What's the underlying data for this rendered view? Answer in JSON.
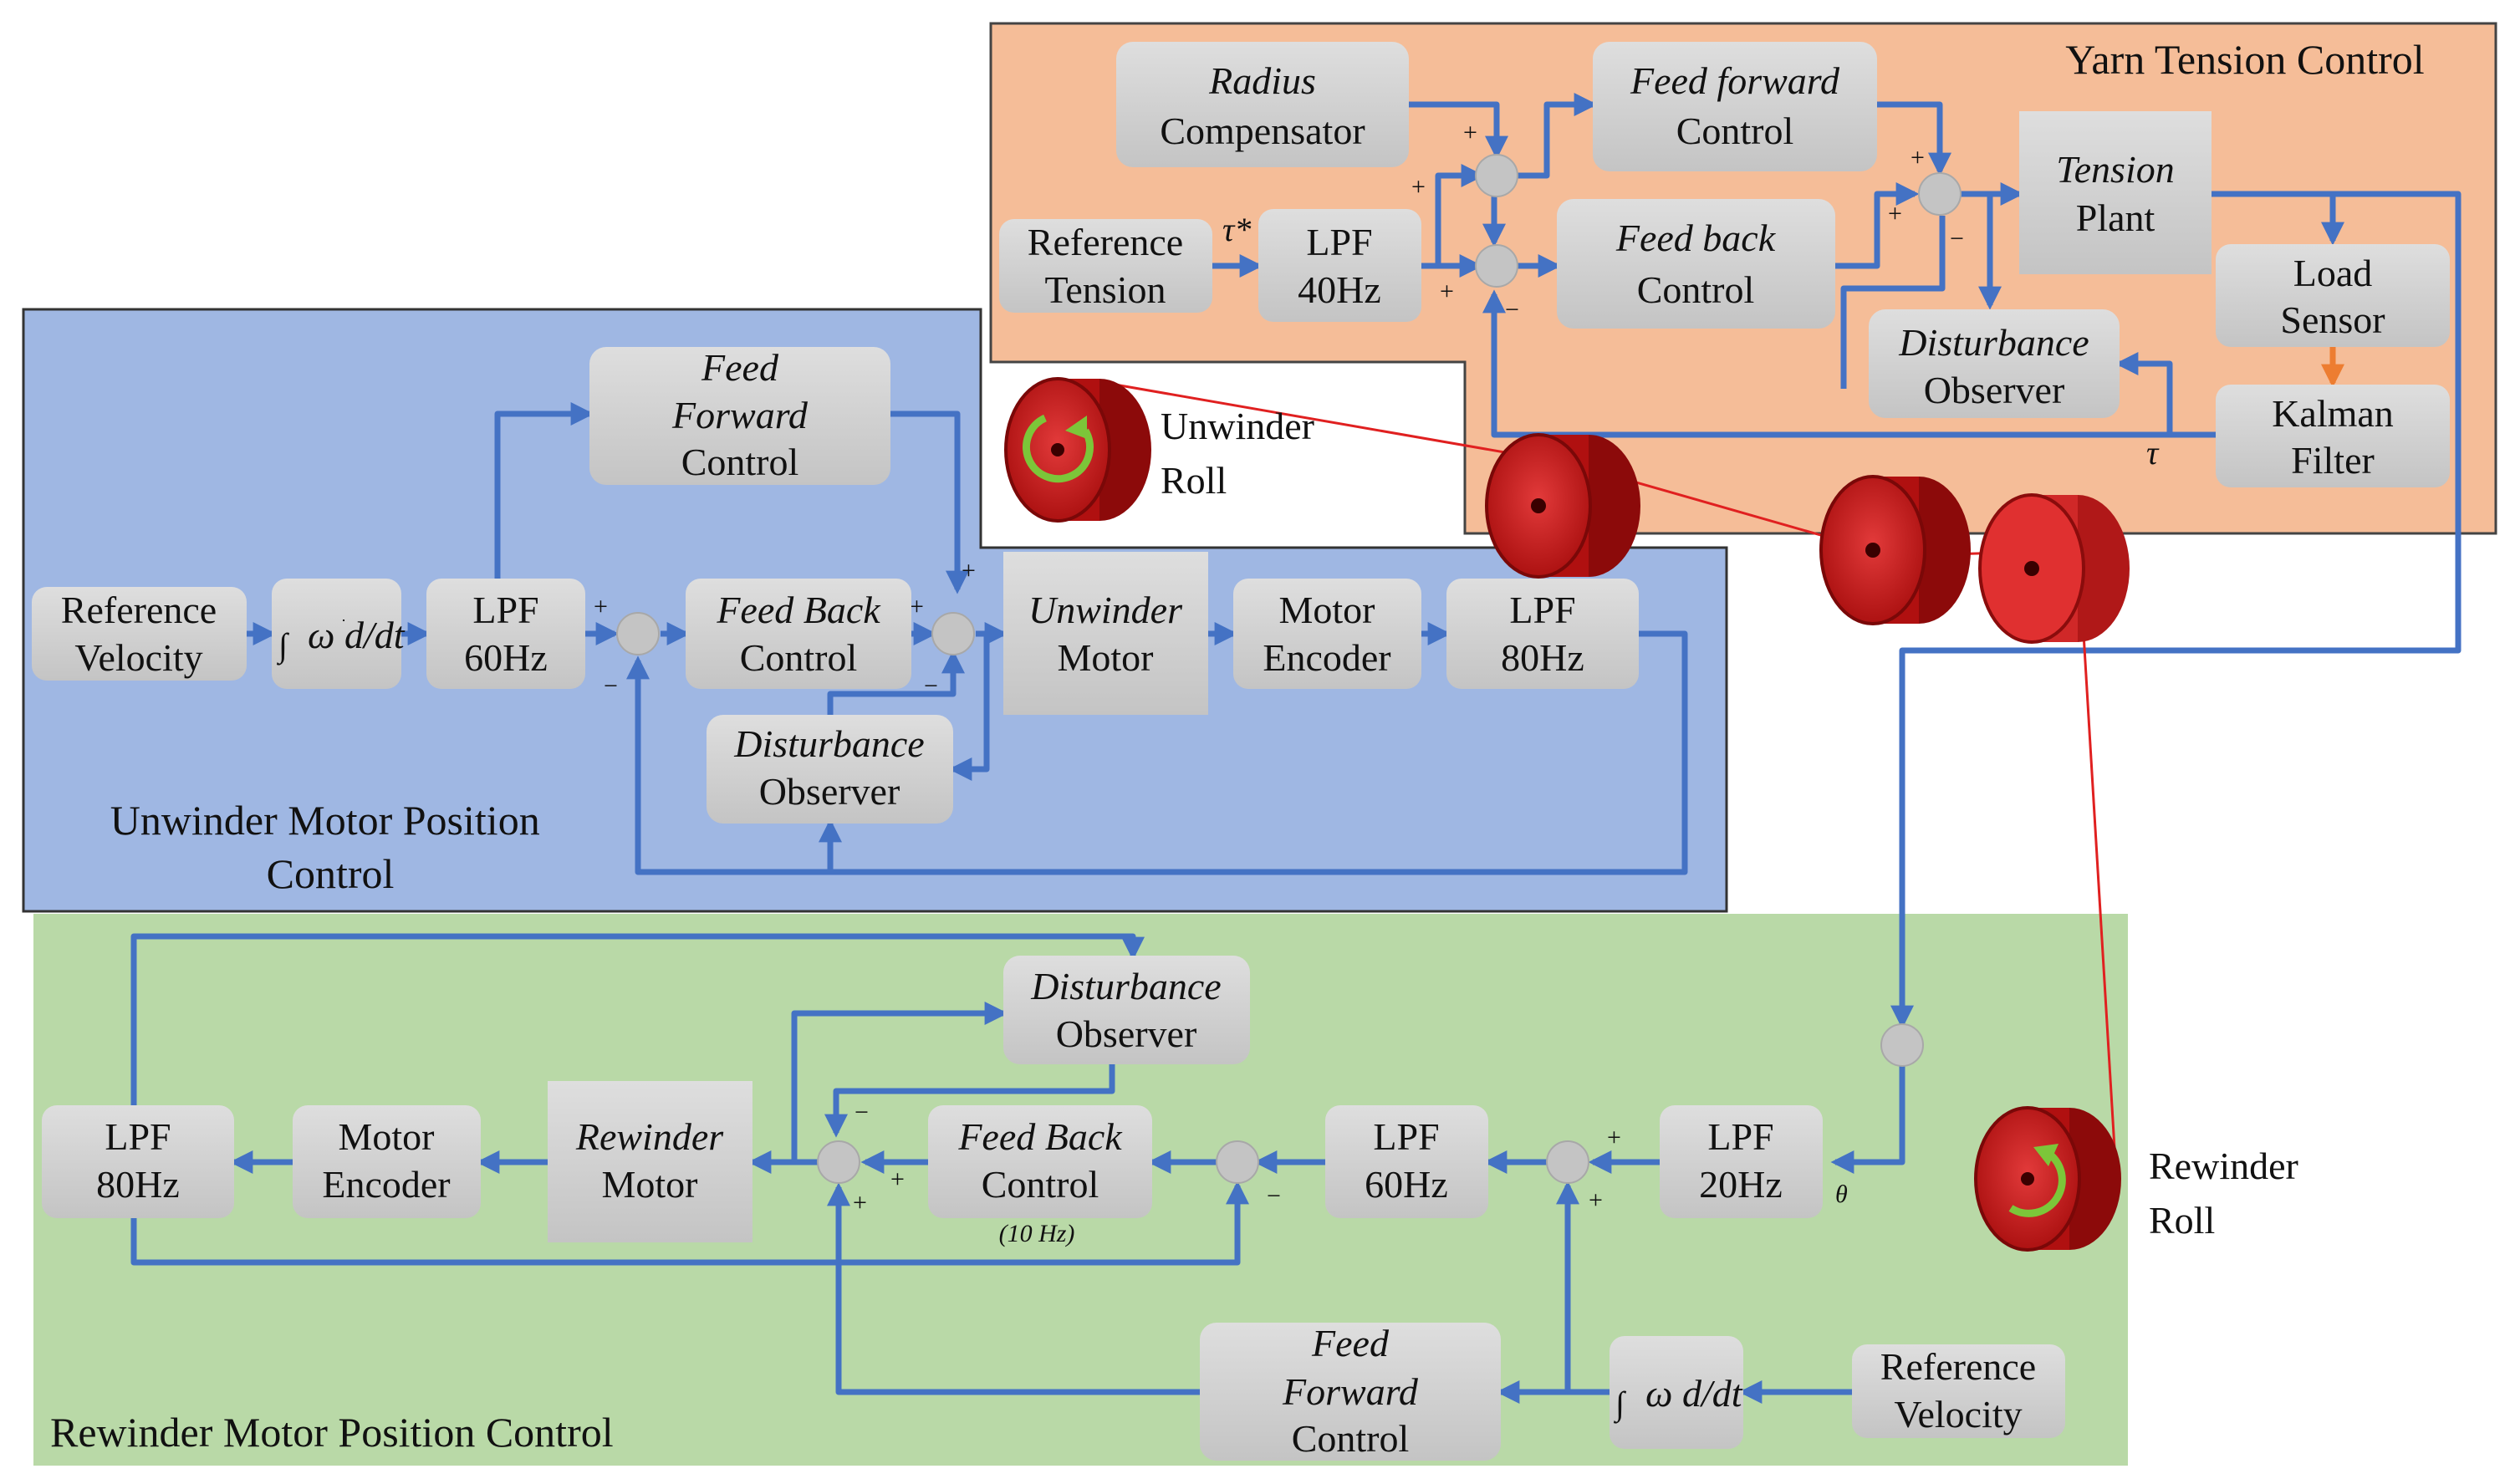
{
  "regions": {
    "yarn": "Yarn Tension Control",
    "unwinder": [
      "Unwinder Motor Position",
      "Control"
    ],
    "rewinder": "Rewinder Motor Position Control"
  },
  "yarn": {
    "radius": [
      "Radius",
      "Compensator"
    ],
    "ref_tension": [
      "Reference",
      "Tension"
    ],
    "lpf40": [
      "LPF",
      "40Hz"
    ],
    "ff": [
      "Feed forward",
      "Control"
    ],
    "fb": [
      "Feed back",
      "Control"
    ],
    "plant": [
      "Tension",
      "Plant"
    ],
    "load": [
      "Load",
      "Sensor"
    ],
    "dob": [
      "Disturbance",
      "Observer"
    ],
    "kalman": [
      "Kalman",
      "Filter"
    ],
    "tau_star": "τ*",
    "tau": "τ"
  },
  "unwinder": {
    "ref_vel": [
      "Reference",
      "Velocity"
    ],
    "integ_label": "ω d/dt",
    "lpf60": [
      "LPF",
      "60Hz"
    ],
    "ff": [
      "Feed",
      "Forward",
      "Control"
    ],
    "fb": [
      "Feed Back",
      "Control"
    ],
    "motor": [
      "Unwinder",
      "Motor"
    ],
    "encoder": [
      "Motor",
      "Encoder"
    ],
    "lpf80": [
      "LPF",
      "80Hz"
    ],
    "dob": [
      "Disturbance",
      "Observer"
    ]
  },
  "rewinder": {
    "dob": [
      "Disturbance",
      "Observer"
    ],
    "lpf80": [
      "LPF",
      "80Hz"
    ],
    "encoder": [
      "Motor",
      "Encoder"
    ],
    "motor": [
      "Rewinder",
      "Motor"
    ],
    "fb": [
      "Feed Back",
      "Control"
    ],
    "fb_note": "(10 Hz)",
    "lpf60": [
      "LPF",
      "60Hz"
    ],
    "lpf20": [
      "LPF",
      "20Hz"
    ],
    "theta": "θ",
    "ff": [
      "Feed",
      "Forward",
      "Control"
    ],
    "integ_label": "ω d/dt",
    "ref_vel": [
      "Reference",
      "Velocity"
    ]
  },
  "rolls": {
    "unwinder": [
      "Unwinder",
      "Roll"
    ],
    "rewinder": [
      "Rewinder",
      "Roll"
    ]
  },
  "signs": {
    "plus": "+",
    "minus": "−"
  },
  "colors": {
    "yarn_bg": "#f5bd98",
    "unwinder_bg": "#9fb7e3",
    "rewinder_bg": "#b9d9a7",
    "arrow": "#4472c4",
    "roll": "#c81818",
    "roll_arrow": "#7cc639",
    "load_to_kalman": "#ed7d31",
    "yarn_path": "#e02020"
  }
}
